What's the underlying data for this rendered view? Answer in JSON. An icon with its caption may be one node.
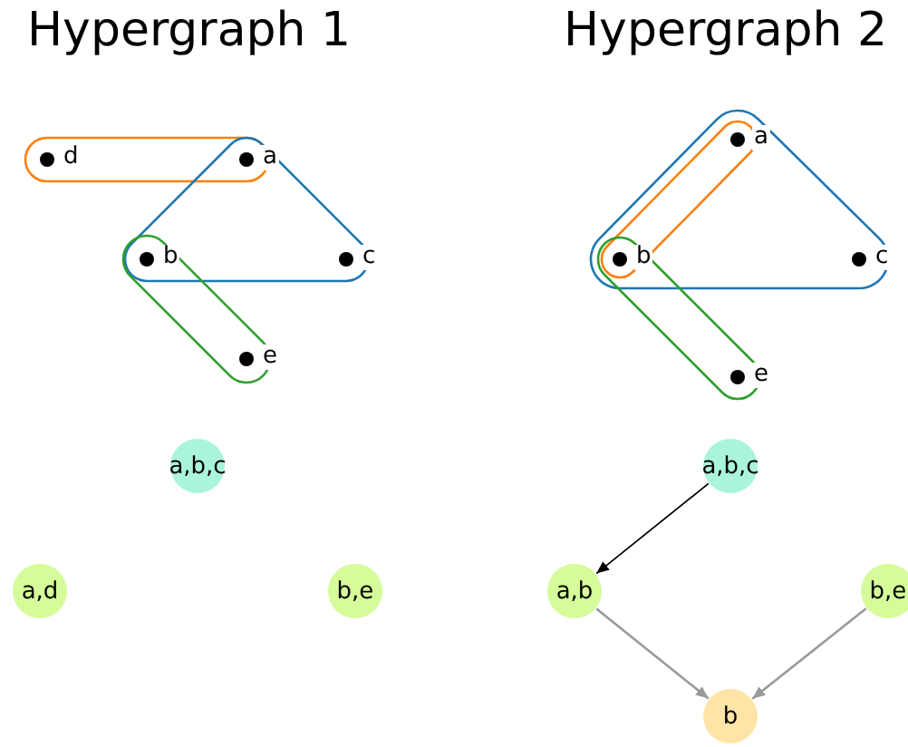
{
  "diagram": {
    "nodes": [
      {
        "text": [
          "d"
        ]
      },
      {
        "text": [
          "a"
        ]
      },
      {
        "text": [
          "b"
        ]
      },
      {
        "text": [
          "c"
        ]
      },
      {
        "text": [
          "e"
        ]
      },
      {
        "text": [
          "a"
        ]
      },
      {
        "text": [
          "b"
        ]
      },
      {
        "text": [
          "c"
        ]
      },
      {
        "text": [
          "e"
        ]
      },
      {
        "text": [
          "a,b,c"
        ]
      },
      {
        "text": [
          "a,d"
        ]
      },
      {
        "text": [
          "b,e"
        ]
      },
      {
        "text": [
          "a,b,c"
        ]
      },
      {
        "text": [
          "a,b"
        ]
      },
      {
        "text": [
          "b,e"
        ]
      },
      {
        "text": [
          "b"
        ]
      }
    ],
    "edges": [
      {
        "from": 12,
        "to": 13,
        "arrow": "to",
        "color": "#000000"
      },
      {
        "from": 13,
        "to": 15,
        "arrow": "to"
      },
      {
        "from": 14,
        "to": 15,
        "arrow": "to"
      }
    ],
    "labels": [
      "Hypergraph 1",
      "Hypergraph 2"
    ]
  }
}
